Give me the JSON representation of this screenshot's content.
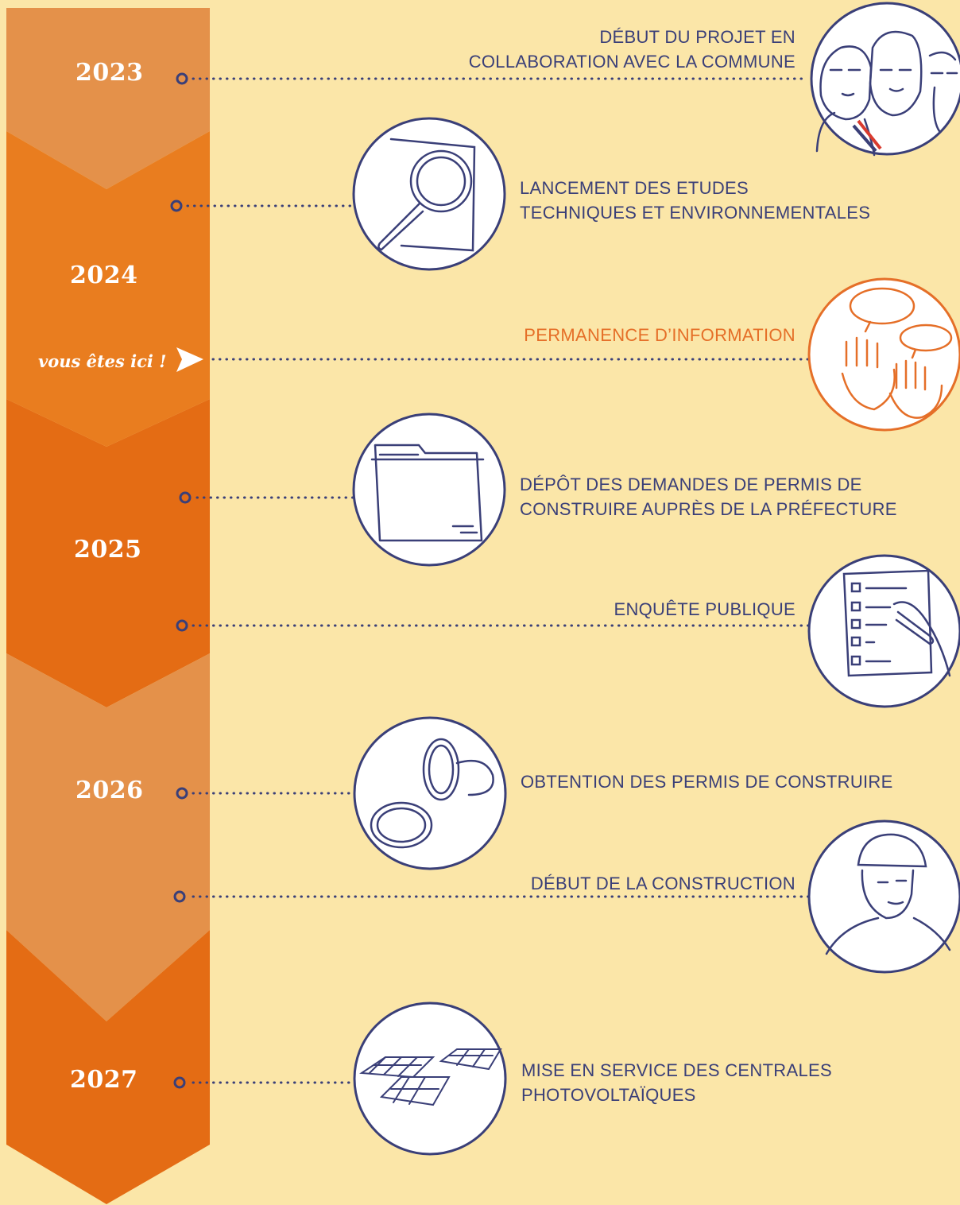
{
  "colors": {
    "background": "#fbe6a8",
    "band_light": "#e4914a",
    "band_mid": "#e97d1f",
    "band_dark": "#e46c14",
    "navy": "#3a3f78",
    "accent": "#e56f28"
  },
  "years": [
    "2023",
    "2024",
    "2025",
    "2026",
    "2027"
  ],
  "you_are_here": "vous êtes ici !",
  "milestones": [
    {
      "lines": [
        "DÉBUT DU PROJET EN",
        "COLLABORATION AVEC LA COMMUNE"
      ],
      "icon": "team-icon"
    },
    {
      "lines": [
        "LANCEMENT DES ETUDES",
        "TECHNIQUES ET ENVIRONNEMENTALES"
      ],
      "icon": "magnifier-icon"
    },
    {
      "lines": [
        "PERMANENCE D’INFORMATION"
      ],
      "icon": "raised-hands-icon"
    },
    {
      "lines": [
        "DÉPÔT DES DEMANDES DE PERMIS DE",
        "CONSTRUIRE AUPRÈS DE LA PRÉFECTURE"
      ],
      "icon": "folder-icon"
    },
    {
      "lines": [
        "ENQUÊTE PUBLIQUE"
      ],
      "icon": "checklist-icon"
    },
    {
      "lines": [
        "OBTENTION DES PERMIS DE CONSTRUIRE"
      ],
      "icon": "stamp-icon"
    },
    {
      "lines": [
        "DÉBUT DE LA CONSTRUCTION"
      ],
      "icon": "worker-icon"
    },
    {
      "lines": [
        "MISE EN SERVICE DES CENTRALES",
        "PHOTOVOLTAÏQUES"
      ],
      "icon": "solar-panels-icon"
    }
  ]
}
